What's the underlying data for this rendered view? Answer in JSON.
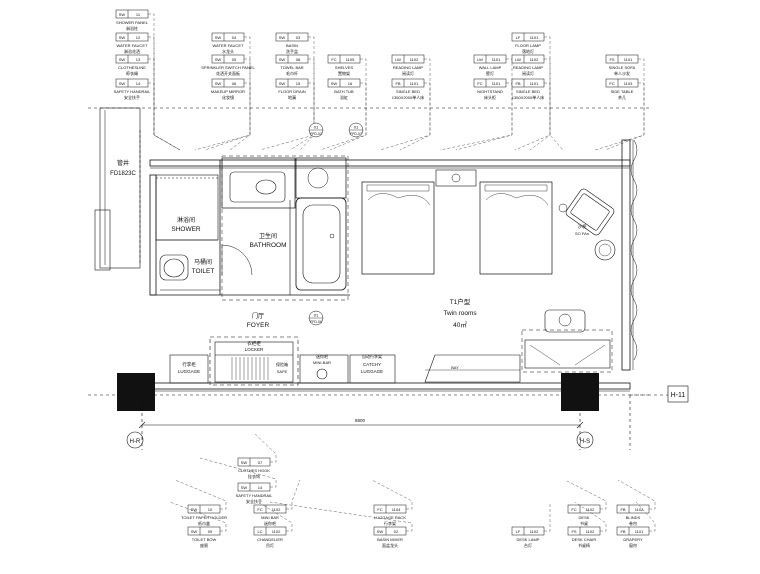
{
  "tags": [
    {
      "id": "tag-shower-panel",
      "code": "SW",
      "num": "11",
      "en": "SHOWER PANEL",
      "cn": "淋浴柱"
    },
    {
      "id": "tag-water-faucet-1",
      "code": "SW",
      "num": "12",
      "en": "WATER FAUCET",
      "cn": "淋浴花洒"
    },
    {
      "id": "tag-clothesline",
      "code": "SW",
      "num": "13",
      "en": "CLOTHESLINE",
      "cn": "晾衣绳"
    },
    {
      "id": "tag-safety-handrail-top",
      "code": "SW",
      "num": "14",
      "en": "SAFETY HANDRAIL",
      "cn": "安全扶手"
    },
    {
      "id": "tag-water-faucet-2",
      "code": "SW",
      "num": "04",
      "en": "WATER FAUCET",
      "cn": "水龙头"
    },
    {
      "id": "tag-sprinkler-switch",
      "code": "SW",
      "num": "05",
      "en": "SPRINKLER SWITCH PANEL",
      "cn": "花洒开关面板"
    },
    {
      "id": "tag-makeup-mirror",
      "code": "SW",
      "num": "06",
      "en": "MAKEUP MIRROR",
      "cn": "化妆镜"
    },
    {
      "id": "tag-basin",
      "code": "SW",
      "num": "03",
      "en": "BASIN",
      "cn": "洗手盆"
    },
    {
      "id": "tag-towel-bar",
      "code": "SW",
      "num": "08",
      "en": "TOWEL BAR",
      "cn": "毛巾杆"
    },
    {
      "id": "tag-floor-drain",
      "code": "SW",
      "num": "15",
      "en": "FLOOR DRAIN",
      "cn": "地漏"
    },
    {
      "id": "tag-shelves",
      "code": "FC",
      "num": "1105",
      "en": "SHELVES",
      "cn": "置物架"
    },
    {
      "id": "tag-bath-tub",
      "code": "SW",
      "num": "16",
      "en": "BATH TUB",
      "cn": "浴缸"
    },
    {
      "id": "tag-reading-lamp-1",
      "code": "LW",
      "num": "1102",
      "en": "READING LAMP",
      "cn": "阅读灯"
    },
    {
      "id": "tag-single-bed-1",
      "code": "FB",
      "num": "1101",
      "en": "SINGLE BED",
      "cn": "1350X2000单人床"
    },
    {
      "id": "tag-wall-lamp",
      "code": "LW",
      "num": "1101",
      "en": "WALL LAMP",
      "cn": "壁灯"
    },
    {
      "id": "tag-nightstand",
      "code": "FC",
      "num": "1101",
      "en": "NIGHTSTAND",
      "cn": "床头柜"
    },
    {
      "id": "tag-floor-lamp",
      "code": "LF",
      "num": "1101",
      "en": "FLOOR LAMP",
      "cn": "落地灯"
    },
    {
      "id": "tag-reading-lamp-2",
      "code": "LW",
      "num": "1102",
      "en": "READING LAMP",
      "cn": "阅读灯"
    },
    {
      "id": "tag-single-bed-2",
      "code": "FB",
      "num": "1101",
      "en": "SINGLE BED",
      "cn": "1350X2000单人床"
    },
    {
      "id": "tag-single-sofa",
      "code": "FS",
      "num": "1101",
      "en": "SINGLE SOFA",
      "cn": "单人沙发"
    },
    {
      "id": "tag-side-table",
      "code": "FC",
      "num": "1103",
      "en": "SIDE TABLE",
      "cn": "茶几"
    },
    {
      "id": "tag-clothes-hook",
      "code": "SW",
      "num": "07",
      "en": "CLOTHES HOOK",
      "cn": "挂衣钩"
    },
    {
      "id": "tag-safety-handrail-bottom",
      "code": "SW",
      "num": "14",
      "en": "SAFETY HANDRAIL",
      "cn": "安全扶手"
    },
    {
      "id": "tag-toilet-paper-holder",
      "code": "SW",
      "num": "10",
      "en": "TOILET PAPER HOLDER",
      "cn": "纸巾盒"
    },
    {
      "id": "tag-toilet-bow",
      "code": "SW",
      "num": "09",
      "en": "TOILET BOW",
      "cn": "座厕"
    },
    {
      "id": "tag-mini-bar",
      "code": "FC",
      "num": "1102",
      "en": "MINI BAR",
      "cn": "迷你吧"
    },
    {
      "id": "tag-chandelier",
      "code": "LC",
      "num": "1102",
      "en": "CHANDELIER",
      "cn": "吊灯"
    },
    {
      "id": "tag-luggage-rack",
      "code": "FC",
      "num": "1104",
      "en": "LUGGAGE RACK",
      "cn": "行李架"
    },
    {
      "id": "tag-basin-mixer",
      "code": "SW",
      "num": "02",
      "en": "BASIN MIXER",
      "cn": "面盆龙头"
    },
    {
      "id": "tag-desk",
      "code": "FC",
      "num": "1102",
      "en": "DESK",
      "cn": "书桌"
    },
    {
      "id": "tag-desk-lamp",
      "code": "LF",
      "num": "1102",
      "en": "DESK LAMP",
      "cn": "台灯"
    },
    {
      "id": "tag-desk-chair",
      "code": "FS",
      "num": "1102",
      "en": "DESK CHAIR",
      "cn": "书桌椅"
    },
    {
      "id": "tag-blinds",
      "code": "FB",
      "num": "1102",
      "en": "BLINDS",
      "cn": "卷帘"
    },
    {
      "id": "tag-drapery",
      "code": "FB",
      "num": "1101",
      "en": "DRAPERY",
      "cn": "窗帘"
    }
  ],
  "rooms": {
    "shaft_cn": "管井",
    "shaft_code": "FD1823C",
    "shower_cn": "淋浴间",
    "shower_en": "SHOWER",
    "bathroom_cn": "卫生间",
    "bathroom_en": "BATHROOM",
    "toilet_cn": "马桶间",
    "toilet_en": "TOILET",
    "foyer_cn": "门厅",
    "foyer_en": "FOYER",
    "room_type_cn": "T1户型",
    "room_type_en": "Twin rooms",
    "room_area": "40㎡",
    "sofa_cn": "沙发",
    "sofa_en": "SO FAn"
  },
  "furniture": {
    "luggage_cn": "行李柜",
    "luggage_en": "LUGGAGE",
    "locker_cn": "衣柜柜",
    "locker_en": "LOCKER",
    "safe_cn": "保险箱",
    "safe_en": "SAFE",
    "minibar_cn": "迷你吧",
    "minibar_en": "MINI-BAR",
    "catchy_cn": "自动行李架",
    "catchy_en1": "CATCHY",
    "catchy_en2": "LUGGAGE",
    "bay_label": "BAY"
  },
  "elevation_markers": [
    {
      "id": "marker-ffd-02",
      "num": "01",
      "ref": "FFD-02"
    },
    {
      "id": "marker-ffd-07",
      "num": "01",
      "ref": "FFD-07"
    },
    {
      "id": "marker-ffd-06",
      "num": "01",
      "ref": "FFD-06"
    }
  ],
  "grid": {
    "h11": "H-11",
    "hr": "H-R",
    "hs": "H-S",
    "dim": "8800"
  },
  "colors": {
    "line": "#111111",
    "wall_fill": "#111111",
    "dash": "#444444"
  }
}
